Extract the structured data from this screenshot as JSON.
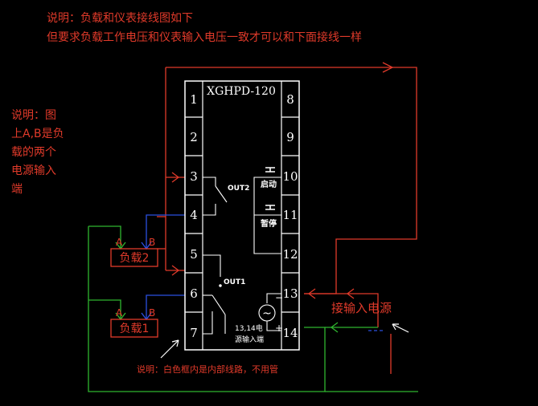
{
  "notes": {
    "line1": "说明：负载和仪表接线图如下",
    "line2": "但要求负载工作电压和仪表输入电压一致才可以和下面接线一样",
    "side": [
      "说明：图",
      "上A,B是负",
      "载的两个",
      "电源输入",
      "端"
    ],
    "bottom": "说明：白色框内是内部线路，不用管",
    "power": "接输入电源"
  },
  "device": {
    "model": "XGHPD-120",
    "left_pins": [
      "1",
      "2",
      "3",
      "4",
      "5",
      "6",
      "7"
    ],
    "right_pins": [
      "8",
      "9",
      "10",
      "11",
      "12",
      "13",
      "14"
    ],
    "out2": "OUT2",
    "out1": "OUT1",
    "start": "启动",
    "pause": "暂停",
    "minus": "−",
    "plus": "+",
    "ac_symbol": "~",
    "power_caption": [
      "13,14电",
      "源输入端"
    ]
  },
  "loads": [
    {
      "label": "负载2",
      "a": "A",
      "b": "B"
    },
    {
      "label": "负载1",
      "a": "A",
      "b": "B"
    }
  ],
  "colors": {
    "background": "#000000",
    "red": "#e03a2a",
    "green": "#2fb52f",
    "blue": "#2b4fe0",
    "white": "#ffffff"
  }
}
